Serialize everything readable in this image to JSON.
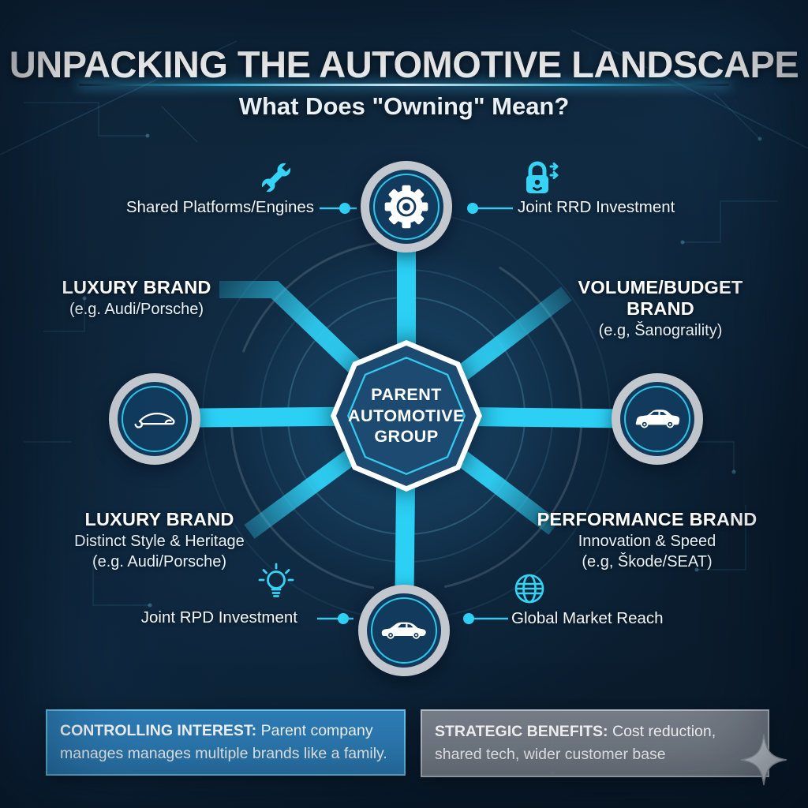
{
  "header": {
    "title": "UNPACKING THE AUTOMOTIVE LANDSCAPE",
    "subtitle": "What Does \"Owning\" Mean?"
  },
  "center": {
    "line1": "PARENT",
    "line2": "AUTOMOTIVE",
    "line3": "GROUP"
  },
  "features": [
    {
      "label": "Shared Platforms/Engines",
      "icon": "wrench-icon",
      "position": "top-left"
    },
    {
      "label": "Joint RRD Investment",
      "icon": "padlock-share-icon",
      "position": "top-right"
    },
    {
      "label": "Joint RPD Investment",
      "icon": "lightbulb-icon",
      "position": "bottom-left"
    },
    {
      "label": "Global Market Reach",
      "icon": "globe-icon",
      "position": "bottom-right"
    }
  ],
  "brands": [
    {
      "name": "LUXURY BRAND",
      "example": "(e.g. Audi/Porsche)",
      "position": "upper-left"
    },
    {
      "name": "VOLUME/BUDGET BRAND",
      "example": "(e.g, Šanograility)",
      "position": "upper-right"
    },
    {
      "name": "LUXURY BRAND",
      "detail": "Distinct Style & Heritage",
      "example": "(e.g. Audi/Porsche)",
      "position": "lower-left"
    },
    {
      "name": "PERFORMANCE BRAND",
      "detail": "Innovation & Speed",
      "example": "(e.g, Škode/SEAT)",
      "position": "lower-right"
    }
  ],
  "nodes": [
    {
      "icon": "gear-icon",
      "position": "top"
    },
    {
      "icon": "car-outline-icon",
      "position": "left"
    },
    {
      "icon": "car-sedan-icon",
      "position": "right"
    },
    {
      "icon": "car-sport-icon",
      "position": "bottom"
    }
  ],
  "callouts": [
    {
      "title": "CONTROLLING INTEREST:",
      "body": "Parent company manages manages multiple brands like a family."
    },
    {
      "title": "STRATEGIC BENEFITS:",
      "body": "Cost reduction, shared tech, wider customer base"
    }
  ],
  "colors": {
    "accent": "#2fd0f5",
    "node_ring": "#c3c8ce",
    "octagon_fill": "#1c4a70",
    "callout_blue": "#2e80ba",
    "callout_gray": "#8a9199",
    "background": "#0e2437"
  }
}
